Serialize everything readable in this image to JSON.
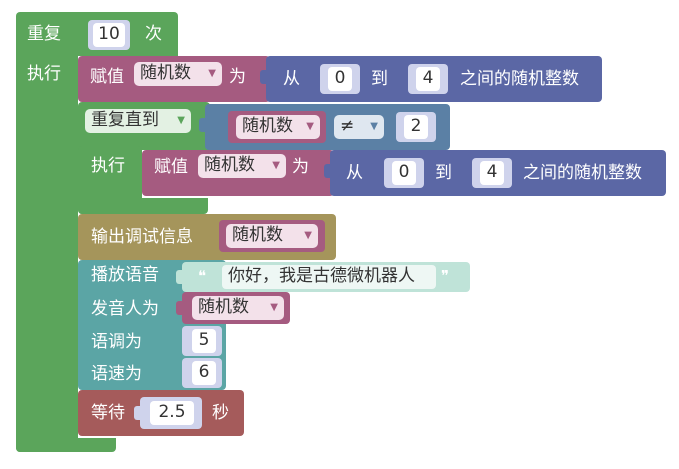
{
  "colors": {
    "loop": "#5ba55b",
    "variable": "#a55b80",
    "math": "#5b67a5",
    "logic": "#5b80a5",
    "text": "#5ba5a5",
    "debug": "#a5955b",
    "wait": "#a55b5b",
    "string_bg": "#bfe3d8",
    "number_bg": "#cfd3ec"
  },
  "repeat_block": {
    "label": "重复",
    "count": "10",
    "suffix": "次",
    "do_label": "执行"
  },
  "set_block_1": {
    "label": "赋值",
    "variable": "随机数",
    "to_label": "为",
    "random": {
      "from_label": "从",
      "min": "0",
      "to_label": "到",
      "max": "4",
      "suffix": "之间的随机整数"
    }
  },
  "until_block": {
    "label": "重复直到",
    "do_label": "执行",
    "condition": {
      "variable": "随机数",
      "operator": "≠",
      "value": "2"
    }
  },
  "set_block_2": {
    "label": "赋值",
    "variable": "随机数",
    "to_label": "为",
    "random": {
      "from_label": "从",
      "min": "0",
      "to_label": "到",
      "max": "4",
      "suffix": "之间的随机整数"
    }
  },
  "debug_block": {
    "label": "输出调试信息",
    "variable": "随机数"
  },
  "speech_block": {
    "label": "播放语音",
    "text": "你好，我是古德微机器人",
    "open_quote": "❝",
    "close_quote": "❞",
    "speaker_label": "发音人为",
    "speaker_variable": "随机数",
    "tone_label": "语调为",
    "tone_value": "5",
    "speed_label": "语速为",
    "speed_value": "6"
  },
  "wait_block": {
    "label": "等待",
    "value": "2.5",
    "suffix": "秒"
  }
}
